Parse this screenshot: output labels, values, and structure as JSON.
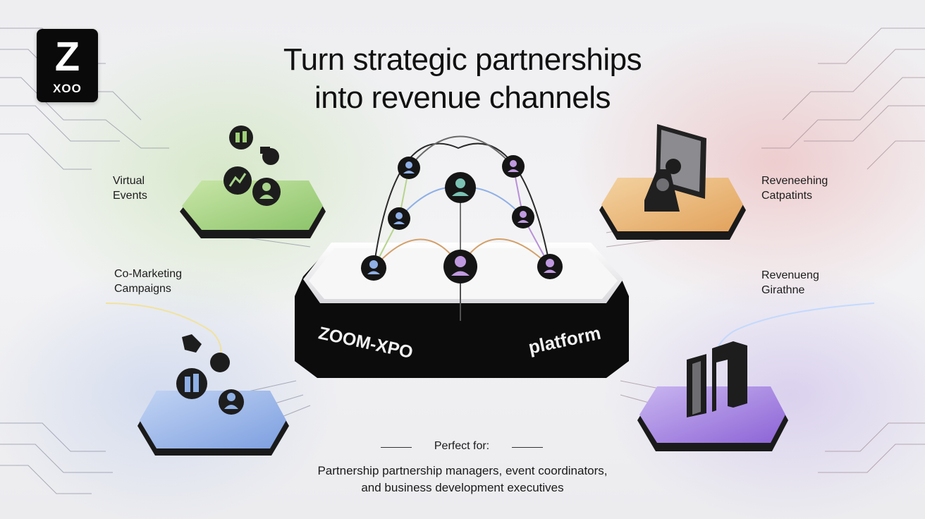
{
  "brand": {
    "logo_mark": "Z",
    "logo_text": "XOO"
  },
  "headline": {
    "line1": "Turn strategic partnerships",
    "line2": "into revenue channels"
  },
  "labels": {
    "virtual_events": [
      "Virtual",
      "Events"
    ],
    "co_marketing": [
      "Co-Marketing",
      "Campaigns"
    ],
    "revenue_top": [
      "Reveneehing",
      "Catpatints"
    ],
    "revenue_bottom": [
      "Revenueng",
      "Girathne"
    ]
  },
  "platform": {
    "name": "ZOOM-XPO",
    "word": "platform"
  },
  "footer": {
    "perfect_for": "Perfect for:",
    "audience_line1": "Partnership partnership managers, event coordinators,",
    "audience_line2": "and business development executives"
  },
  "colors": {
    "green_tile": "#a7d48a",
    "orange_tile": "#e9b77a",
    "blue_tile": "#8fb0e6",
    "purple_tile": "#a98be0",
    "dark": "#111111"
  },
  "icons": [
    "people-icon",
    "person-icon",
    "chart-icon",
    "puzzle-icon",
    "monitor-icon",
    "building-icon"
  ]
}
